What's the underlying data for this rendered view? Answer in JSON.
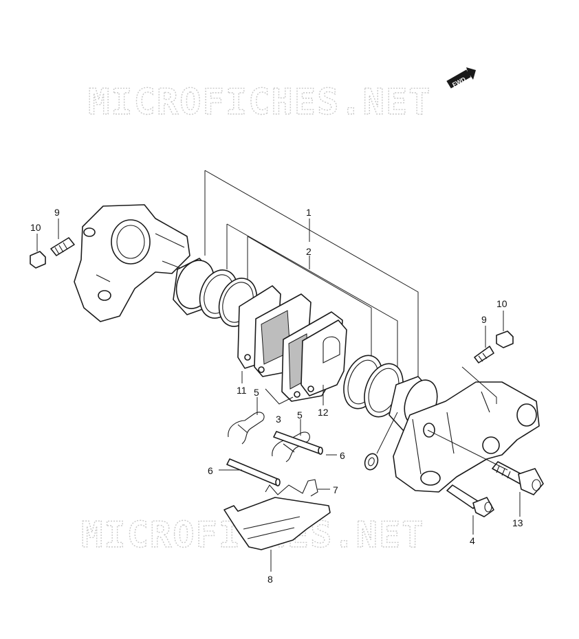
{
  "watermark": "MICROFICHES.NET",
  "fwd_label": "FWD",
  "callouts": {
    "c1": "1",
    "c2": "2",
    "c3": "3",
    "c4": "4",
    "c5a": "5",
    "c5b": "5",
    "c6a": "6",
    "c6b": "6",
    "c7": "7",
    "c8": "8",
    "c9a": "9",
    "c9b": "9",
    "c10a": "10",
    "c10b": "10",
    "c11": "11",
    "c12": "12",
    "c13": "13"
  },
  "colors": {
    "line": "#1a1a1a",
    "watermark": "#c8c8c8",
    "background": "#ffffff"
  }
}
